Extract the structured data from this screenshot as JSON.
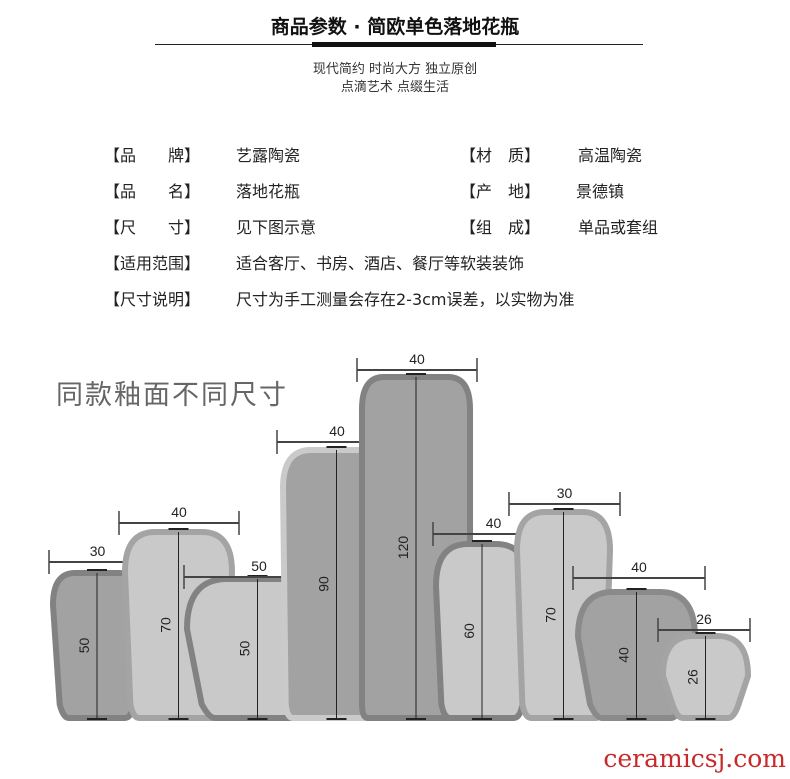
{
  "header": {
    "title": "商品参数 · 简欧单色落地花瓶",
    "tagline1": "现代简约 时尚大方 独立原创",
    "tagline2": "点滴艺术 点缀生活"
  },
  "specs": [
    {
      "label": "【品　　牌】",
      "value": "艺露陶瓷"
    },
    {
      "label": "【材　质】",
      "value": "高温陶瓷"
    },
    {
      "label": "【品　　名】",
      "value": "落地花瓶"
    },
    {
      "label": "【产　地】",
      "value": "景德镇"
    },
    {
      "label": "【尺　　寸】",
      "value": "见下图示意"
    },
    {
      "label": "【组　成】",
      "value": "单品或套组"
    },
    {
      "label": "【适用范围】",
      "value": "适合客厅、书房、酒店、餐厅等软装装饰"
    },
    {
      "label": "【尺寸说明】",
      "value": "尺寸为手工测量会存在2-3cm误差，以实物为准"
    }
  ],
  "diagram": {
    "heading": "同款釉面不同尺寸",
    "vases": [
      {
        "width": "30",
        "height": "50",
        "fill": "#a2a2a2",
        "border": "#828282"
      },
      {
        "width": "40",
        "height": "70",
        "fill": "#c9c9c9",
        "border": "#a4a4a4"
      },
      {
        "width": "50",
        "height": "50",
        "fill": "#c9c9c9",
        "border": "#828282"
      },
      {
        "width": "40",
        "height": "90",
        "fill": "#a2a2a2",
        "border": "#cacaca"
      },
      {
        "width": "40",
        "height": "120",
        "fill": "#a2a2a2",
        "border": "#828282"
      },
      {
        "width": "40",
        "height": "60",
        "fill": "#c9c9c9",
        "border": "#828282"
      },
      {
        "width": "30",
        "height": "70",
        "fill": "#c9c9c9",
        "border": "#a4a4a4"
      },
      {
        "width": "40",
        "height": "40",
        "fill": "#a2a2a2",
        "border": "#8a8a8a"
      },
      {
        "width": "26",
        "height": "26",
        "fill": "#c9c9c9",
        "border": "#a4a4a4"
      }
    ]
  },
  "watermark": "ceramicsj.com"
}
